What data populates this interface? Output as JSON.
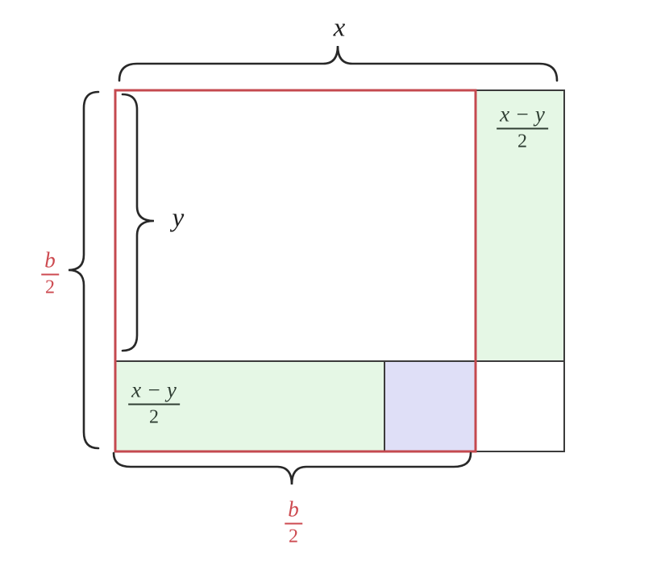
{
  "diagram": {
    "description": "Rectangle decomposition diagram with braces",
    "labels": {
      "top_brace": "x",
      "inner_brace": "y",
      "left_brace": {
        "num": "b",
        "den": "2"
      },
      "bottom_brace": {
        "num": "b",
        "den": "2"
      },
      "right_column": {
        "num": "x − y",
        "den": "2"
      },
      "bottom_strip": {
        "num": "x − y",
        "den": "2"
      }
    },
    "colors": {
      "outline_black": "#3b3b3b",
      "brace_black": "#282828",
      "red_rectangle": "#c4494f",
      "red_label_text": "#cd4a50",
      "green_fill": "#e5f7e5",
      "purple_fill": "#dfdff7",
      "green_label_text": "#2f3e33",
      "background": "#ffffff"
    }
  }
}
